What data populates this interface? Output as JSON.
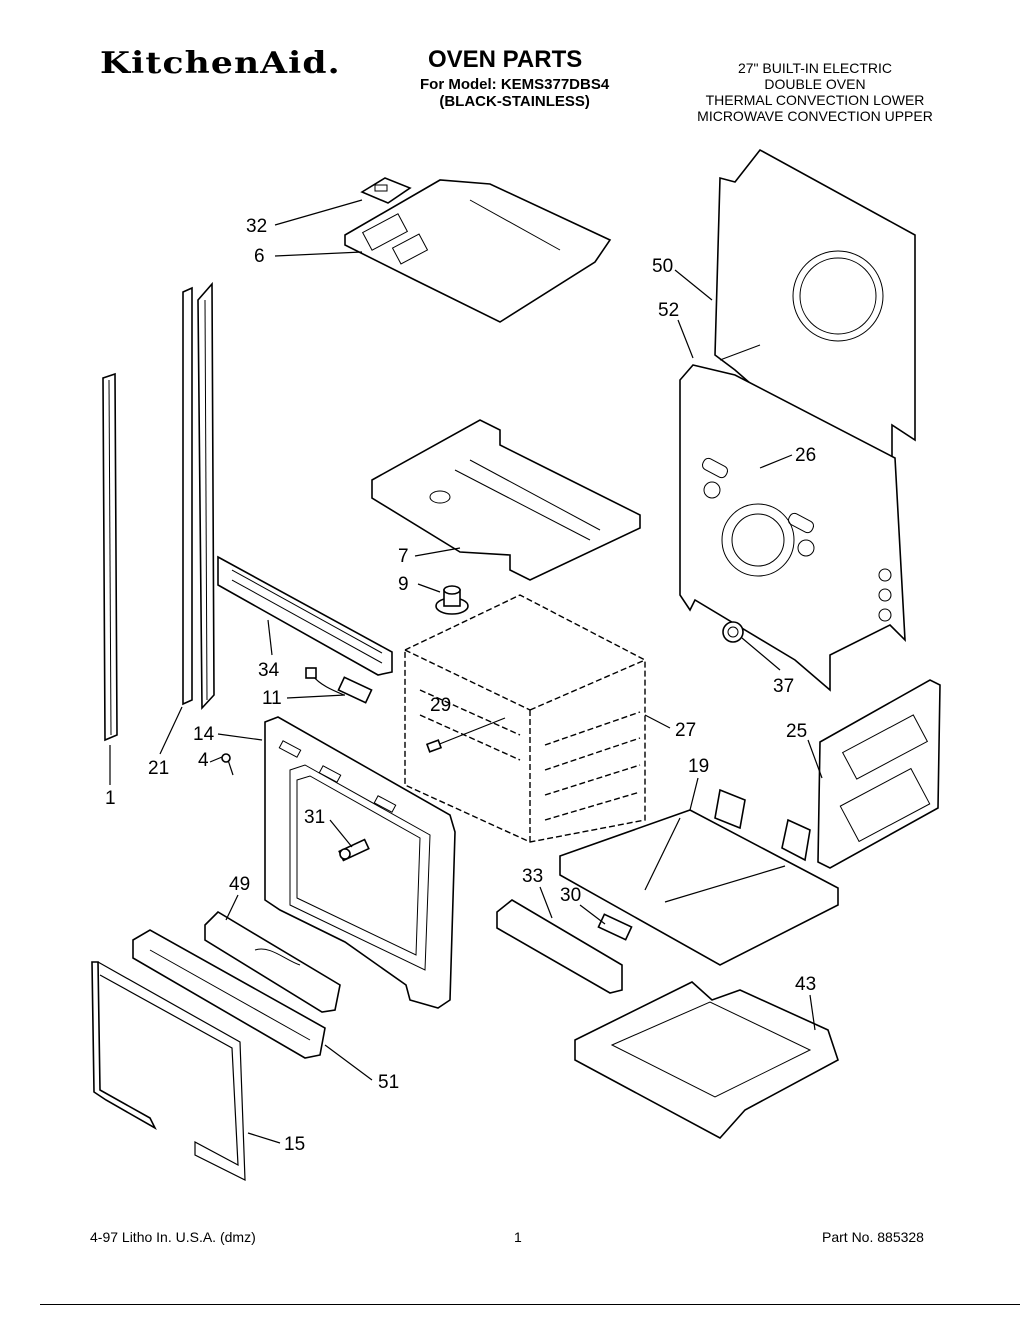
{
  "header": {
    "brand": "KitchenAid.",
    "title": "OVEN PARTS",
    "model_line": "For Model: KEMS377DBS4",
    "color_line": "(BLACK-STAINLESS)",
    "description": [
      "27\" BUILT-IN ELECTRIC",
      "DOUBLE OVEN",
      "THERMAL CONVECTION LOWER",
      "MICROWAVE CONVECTION UPPER"
    ]
  },
  "callouts": [
    "32",
    "6",
    "50",
    "52",
    "26",
    "7",
    "9",
    "34",
    "11",
    "37",
    "29",
    "27",
    "14",
    "21",
    "4",
    "25",
    "19",
    "1",
    "31",
    "33",
    "30",
    "49",
    "43",
    "51",
    "15"
  ],
  "footer": {
    "print_info": "4-97 Litho In. U.S.A. (dmz)",
    "page": "1",
    "part_no": "Part No. 885328"
  },
  "colors": {
    "ink": "#000000",
    "paper": "#ffffff"
  }
}
